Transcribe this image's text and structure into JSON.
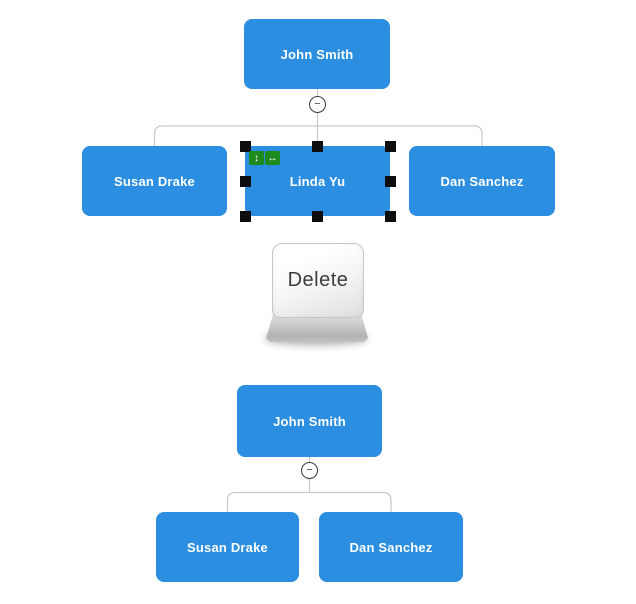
{
  "colors": {
    "node_fill": "#2b8ee0",
    "node_text": "#ffffff",
    "connector": "#c9c9c9",
    "collapse_ring": "#3c3c3c",
    "handle": "#0d0d0d",
    "badge": "#1d8a1d",
    "key_text": "#3c3c3c"
  },
  "chart_before": {
    "root": {
      "label": "John Smith"
    },
    "collapse_icon": {
      "name": "collapse-minus-icon",
      "glyph": "−"
    },
    "children": [
      {
        "label": "Susan Drake",
        "selected": false
      },
      {
        "label": "Linda Yu",
        "selected": true
      },
      {
        "label": "Dan Sanchez",
        "selected": false
      }
    ],
    "selection_badges": [
      {
        "name": "vertical-spacing-icon",
        "glyph": "↕"
      },
      {
        "name": "horizontal-spacing-icon",
        "glyph": "↔"
      }
    ]
  },
  "delete_key": {
    "label": "Delete"
  },
  "chart_after": {
    "root": {
      "label": "John Smith"
    },
    "collapse_icon": {
      "name": "collapse-minus-icon",
      "glyph": "−"
    },
    "children": [
      {
        "label": "Susan Drake"
      },
      {
        "label": "Dan Sanchez"
      }
    ]
  }
}
